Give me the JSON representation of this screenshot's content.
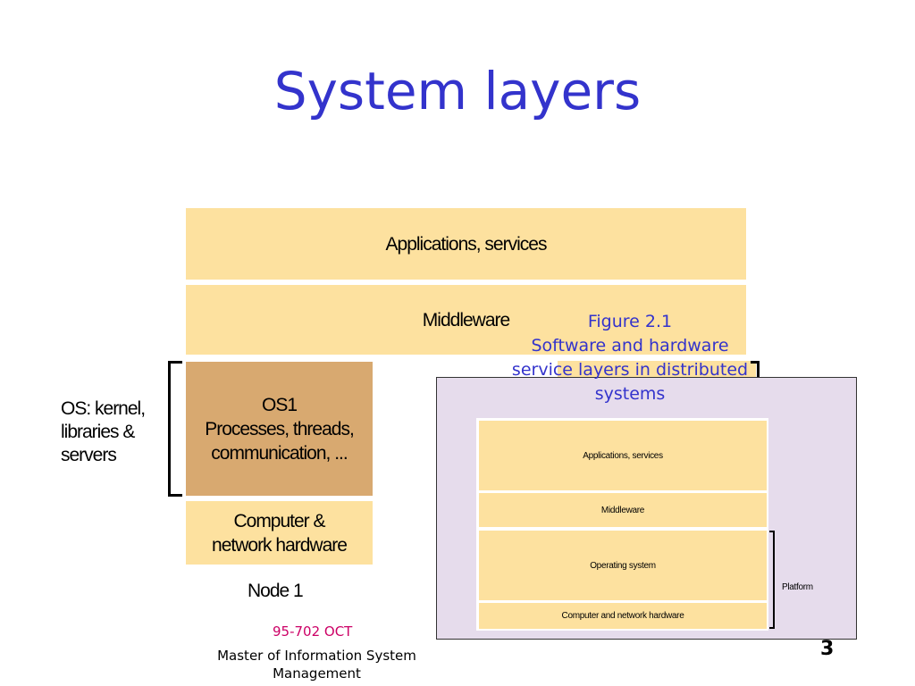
{
  "slide": {
    "title": "System layers",
    "footer_code": "95-702 OCT",
    "footer_master": "Master of Information System Management",
    "page_number": "3"
  },
  "main_diagram": {
    "applications": "Applications, services",
    "middleware": "Middleware",
    "os_label": "OS: kernel, libraries & servers",
    "os1_line1": "OS1",
    "os1_line2": "Processes, threads,",
    "os1_line3": "communication, ...",
    "hardware_line1": "Computer &",
    "hardware_line2": "network hardware",
    "node": "Node 1"
  },
  "figure_caption": {
    "line1": "Figure 2.1",
    "line2": "Software and hardware",
    "line3": "service layers in distributed",
    "line4": "systems"
  },
  "inset_figure": {
    "applications": "Applications, services",
    "middleware": "Middleware",
    "operating_system": "Operating system",
    "hardware": "Computer and network hardware",
    "platform": "Platform"
  },
  "colors": {
    "title": "#3333cc",
    "layer_light": "#fde19f",
    "layer_dark": "#d8a970",
    "inset_background": "#e6dcec",
    "footer_code": "#cc0066"
  }
}
